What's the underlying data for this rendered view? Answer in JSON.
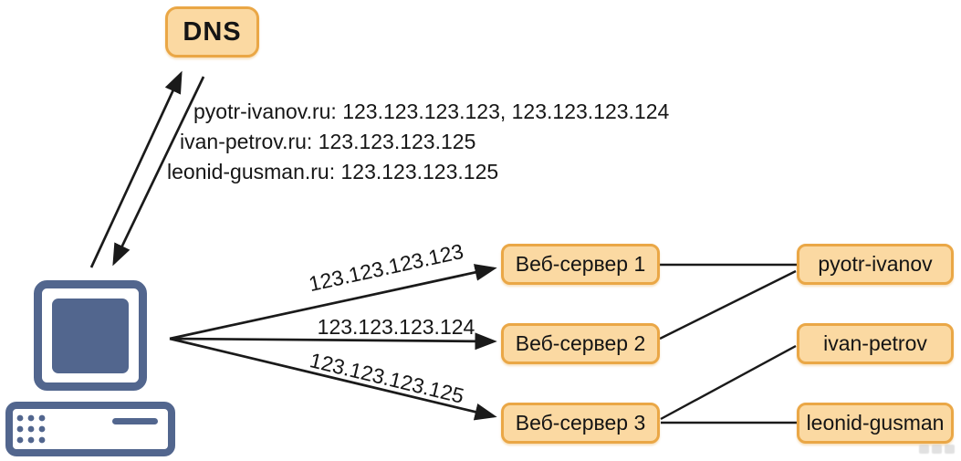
{
  "diagram": {
    "dns_server": {
      "label": "DNS"
    },
    "dns_records": [
      "pyotr-ivanov.ru: 123.123.123.123, 123.123.123.124",
      "ivan-petrov.ru: 123.123.123.125",
      "leonid-gusman.ru: 123.123.123.125"
    ],
    "client": {
      "icon": "desktop-computer-icon"
    },
    "request_arrows": [
      {
        "ip": "123.123.123.123",
        "to": "Веб-сервер 1"
      },
      {
        "ip": "123.123.123.124",
        "to": "Веб-сервер 2"
      },
      {
        "ip": "123.123.123.125",
        "to": "Веб-сервер 3"
      }
    ],
    "web_servers": [
      {
        "label": "Веб-сервер 1"
      },
      {
        "label": "Веб-сервер 2"
      },
      {
        "label": "Веб-сервер 3"
      }
    ],
    "domains": [
      {
        "label": "pyotr-ivanov"
      },
      {
        "label": "ivan-petrov"
      },
      {
        "label": "leonid-gusman"
      }
    ],
    "connections": [
      {
        "from": "Веб-сервер 1",
        "to": "pyotr-ivanov"
      },
      {
        "from": "Веб-сервер 2",
        "to": "pyotr-ivanov"
      },
      {
        "from": "Веб-сервер 3",
        "to": "ivan-petrov"
      },
      {
        "from": "Веб-сервер 3",
        "to": "leonid-gusman"
      }
    ],
    "icons": {
      "watermark_icon": "dots-watermark"
    },
    "colors": {
      "box_fill": "#fbd9a2",
      "box_border": "#eaa746",
      "computer_blue": "#52668e",
      "line": "#1a1a1a",
      "background": "#ffffff"
    }
  }
}
